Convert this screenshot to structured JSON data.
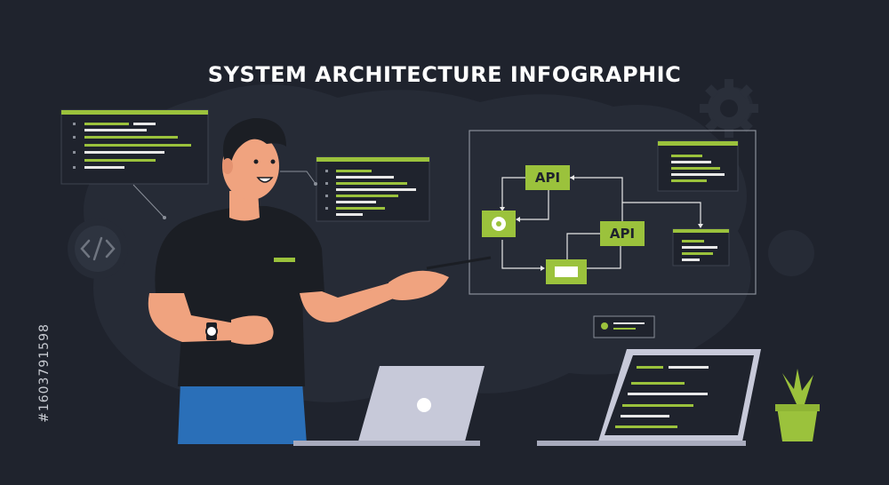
{
  "title": "SYSTEM ARCHITECTURE INFOGRAPHIC",
  "diagram": {
    "nodes": [
      {
        "id": "api-top",
        "label": "API"
      },
      {
        "id": "api-right",
        "label": "API"
      },
      {
        "id": "gear-node",
        "label": ""
      },
      {
        "id": "db-node",
        "label": ""
      }
    ]
  },
  "stock_id": "#1603791598",
  "colors": {
    "background": "#1f232d",
    "accent": "#9bc23c",
    "panel": "#2a2f3b",
    "line": "#8a8f99"
  },
  "icons": [
    "code-brackets-icon",
    "gear-icon",
    "plant-icon",
    "laptop-icon"
  ]
}
